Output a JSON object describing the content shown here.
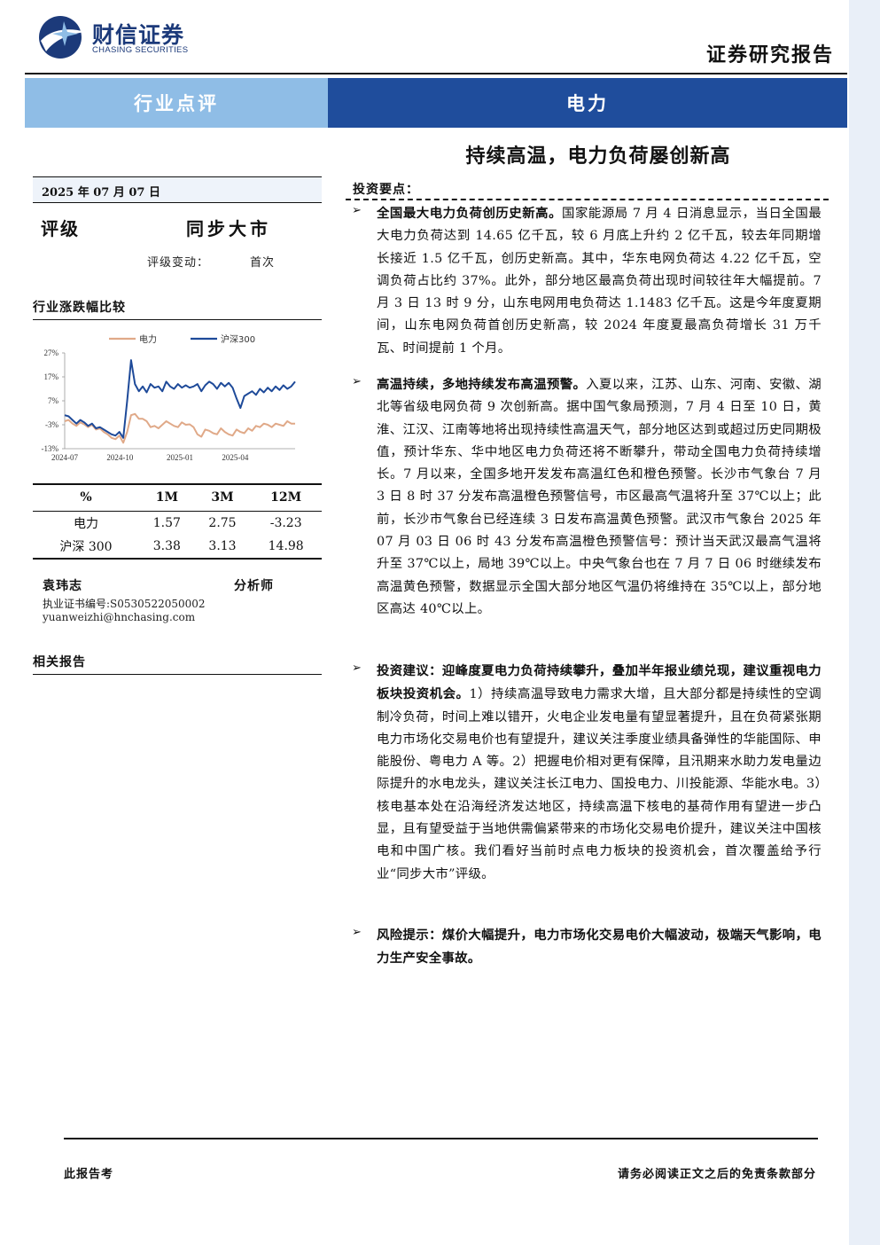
{
  "header": {
    "logo_cn": "财信证券",
    "logo_en": "CHASING SECURITIES",
    "doc_type": "证券研究报告"
  },
  "banner": {
    "category": "行业点评",
    "industry": "电力"
  },
  "title": "持续高温，电力负荷屡创新高",
  "sidebar": {
    "date": "2025 年 07 月 07 日",
    "rating_label": "评级",
    "rating_value": "同步大市",
    "rating_change_label": "评级变动：",
    "rating_change_value": "首次",
    "compare_title": "行业涨跌幅比较",
    "analyst": {
      "name": "袁玮志",
      "role": "分析师",
      "cert": "执业证书编号:S0530522050002",
      "email": "yuanweizhi@hnchasing.com"
    },
    "related_title": "相关报告"
  },
  "perf_table": {
    "headers": [
      "%",
      "1M",
      "3M",
      "12M"
    ],
    "rows": [
      [
        "电力",
        "1.57",
        "2.75",
        "-3.23"
      ],
      [
        "沪深 300",
        "3.38",
        "3.13",
        "14.98"
      ]
    ]
  },
  "chart_data": {
    "type": "line",
    "y_ticks": [
      "27%",
      "17%",
      "7%",
      "-3%",
      "-13%"
    ],
    "ylim": [
      -13,
      27
    ],
    "x_ticks": [
      "2024-07",
      "2024-10",
      "2025-01",
      "2025-04"
    ],
    "series": [
      {
        "name": "电力",
        "color": "#e0a988",
        "values": [
          -1.5,
          -1,
          -2.5,
          -3.5,
          -2,
          -2.8,
          -4,
          -3,
          -5,
          -4.5,
          -6,
          -7,
          -8.5,
          -9,
          -7.5,
          -10.5,
          -6,
          1,
          1.5,
          -0.5,
          -0.5,
          -1.5,
          -4,
          -3.5,
          -4.5,
          -3,
          -1.5,
          -2.5,
          -3.5,
          -4,
          -2,
          -3,
          -2.8,
          -4,
          -7,
          -8,
          -5,
          -5.5,
          -6.5,
          -7,
          -4.5,
          -6,
          -7,
          -7.5,
          -5,
          -6,
          -6.5,
          -4.5,
          -5.5,
          -3.5,
          -4,
          -2.5,
          -3,
          -4,
          -2.5,
          -3,
          -3.5,
          -1.5,
          -2.5,
          -2.5
        ]
      },
      {
        "name": "沪深300",
        "color": "#1e4a99",
        "values": [
          1,
          0.5,
          -1,
          -2.5,
          -1,
          -2,
          -3.5,
          -2.5,
          -4.5,
          -4,
          -5,
          -6,
          -7,
          -7.5,
          -6,
          -8.5,
          7,
          24,
          14,
          11,
          13,
          10.5,
          14,
          12.5,
          13,
          11,
          15,
          13,
          12,
          14,
          12.5,
          13.5,
          12.5,
          13,
          14,
          11,
          13.5,
          15,
          14,
          12,
          14.5,
          13,
          14.5,
          12.5,
          8,
          4,
          9,
          10,
          11,
          9.5,
          12,
          10.5,
          12.5,
          11,
          13,
          11.5,
          13.5,
          12,
          13,
          15
        ]
      }
    ]
  },
  "points": {
    "title": "投资要点：",
    "bullet_mark": "➢",
    "items": [
      {
        "lead": "全国最大电力负荷创历史新高。",
        "text": "国家能源局 7 月 4 日消息显示，当日全国最大电力负荷达到 14.65 亿千瓦，较 6 月底上升约 2 亿千瓦，较去年同期增长接近 1.5 亿千瓦，创历史新高。其中，华东电网负荷达 4.22 亿千瓦，空调负荷占比约 37%。此外，部分地区最高负荷出现时间较往年大幅提前。7 月 3 日 13 时 9 分，山东电网用电负荷达 1.1483 亿千瓦。这是今年度夏期间，山东电网负荷首创历史新高，较 2024 年度夏最高负荷增长 31 万千瓦、时间提前 1 个月。"
      },
      {
        "lead": "高温持续，多地持续发布高温预警。",
        "text": "入夏以来，江苏、山东、河南、安徽、湖北等省级电网负荷 9 次创新高。据中国气象局预测，7 月 4 日至 10 日，黄淮、江汉、江南等地将出现持续性高温天气，部分地区达到或超过历史同期极值，预计华东、华中地区电力负荷还将不断攀升，带动全国电力负荷持续增长。7 月以来，全国多地开发发布高温红色和橙色预警。长沙市气象台 7 月 3 日 8 时 37 分发布高温橙色预警信号，市区最高气温将升至 37℃以上；此前，长沙市气象台已经连续 3 日发布高温黄色预警。武汉市气象台 2025 年 07 月 03 日 06 时 43 分发布高温橙色预警信号：预计当天武汉最高气温将升至 37℃以上，局地 39℃以上。中央气象台也在 7 月 7 日 06 时继续发布高温黄色预警，数据显示全国大部分地区气温仍将维持在 35℃以上，部分地区高达 40℃以上。"
      },
      {
        "lead": "投资建议：迎峰度夏电力负荷持续攀升，叠加半年报业绩兑现，建议重视电力板块投资机会。",
        "text": "1）持续高温导致电力需求大增，且大部分都是持续性的空调制冷负荷，时间上难以错开，火电企业发电量有望显著提升，且在负荷紧张期电力市场化交易电价也有望提升，建议关注季度业绩具备弹性的华能国际、申能股份、粤电力 A 等。2）把握电价相对更有保障，且汛期来水助力发电量边际提升的水电龙头，建议关注长江电力、国投电力、川投能源、华能水电。3）核电基本处在沿海经济发达地区，持续高温下核电的基荷作用有望进一步凸显，且有望受益于当地供需偏紧带来的市场化交易电价提升，建议关注中国核电和中国广核。我们看好当前时点电力板块的投资机会，首次覆盖给予行业“同步大市”评级。"
      },
      {
        "lead": "风险提示：煤价大幅提升，电力市场化交易电价大幅波动，极端天气影响，电力生产安全事故。",
        "text": ""
      }
    ]
  },
  "footer": {
    "left": "此报告考",
    "right": "请务必阅读正文之后的免责条款部分"
  }
}
